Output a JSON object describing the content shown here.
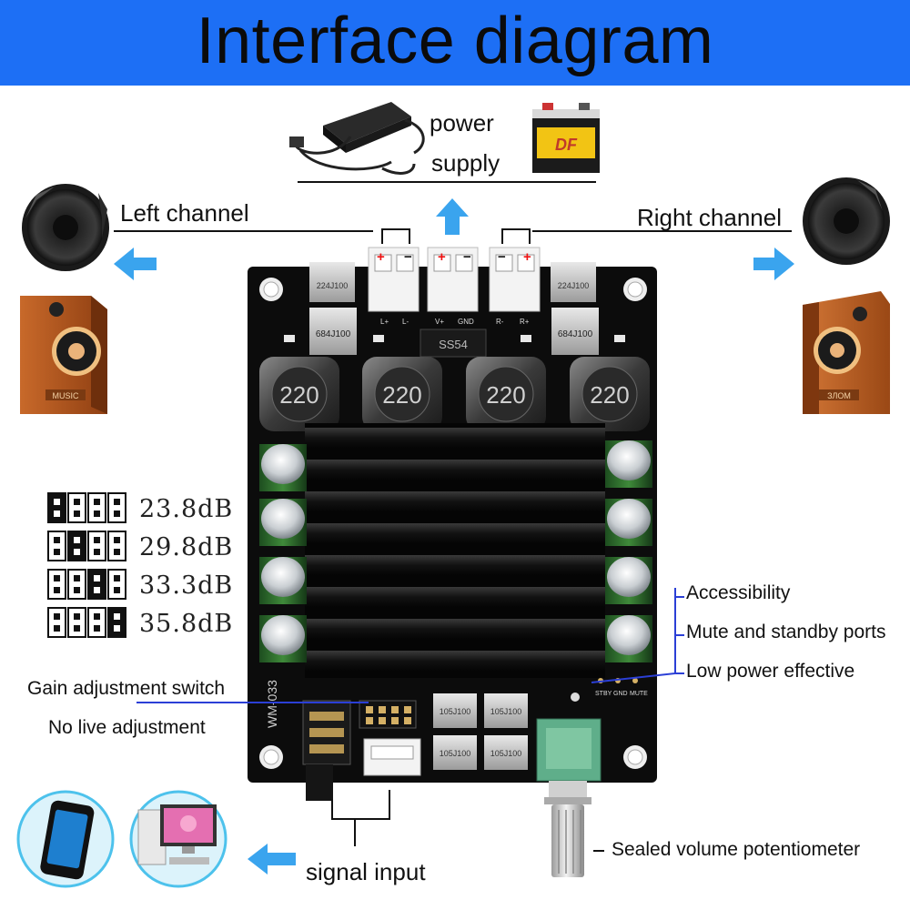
{
  "title": "Interface diagram",
  "labels": {
    "power_supply_line1": "power",
    "power_supply_line2": "supply",
    "left_channel": "Left channel",
    "right_channel": "Right channel",
    "accessibility": "Accessibility",
    "mute_standby": "Mute and standby ports",
    "low_power": "Low power effective",
    "gain_switch": "Gain adjustment switch",
    "no_live": "No live adjustment",
    "signal_input": "signal input",
    "volume_pot": "Sealed volume potentiometer"
  },
  "gain_settings": [
    {
      "value": "23.8dB",
      "on": 0
    },
    {
      "value": "29.8dB",
      "on": 1
    },
    {
      "value": "33.3dB",
      "on": 2
    },
    {
      "value": "35.8dB",
      "on": 3
    }
  ],
  "board": {
    "model": "WM-033",
    "inductor_marking": "220",
    "cap_marking_top": "224J100",
    "cap_marking_mid": "684J100",
    "cap_marking_bottom": "105J100",
    "diode_marking": "SS54",
    "pin_labels": [
      "L+",
      "L-",
      "V+",
      "GND",
      "R-",
      "R+"
    ],
    "ctrl_pins": [
      "STBY",
      "GND",
      "MUTE"
    ],
    "polarity": [
      "+",
      "−",
      "+",
      "−",
      "−",
      "+"
    ]
  },
  "battery_brand": "DF",
  "speaker_labels": [
    "MUSIC",
    "ЗЛОМ"
  ],
  "colors": {
    "banner": "#1d6ff5",
    "arrow": "#3aa4ee",
    "wire": "#111111",
    "blue_line": "#2b3fd6"
  }
}
